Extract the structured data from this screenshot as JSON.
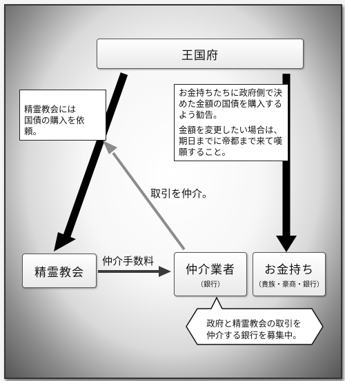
{
  "nodes": {
    "kingdom": "王国府",
    "church": "精霊教会",
    "broker": {
      "name": "仲介業者",
      "note": "（銀行）"
    },
    "wealthy": {
      "name": "お金持ち",
      "note": "（貴族・豪商・銀行）"
    }
  },
  "notes": {
    "church_request": "精霊教会には\n国債の購入を依頼。",
    "wealthy_advice_1": "お金持ちたちに政府側で決めた金額の国債を購入するよう勧告。",
    "wealthy_advice_2": "金額を変更したい場合は、期日までに帝都まで来て嘆願すること。",
    "broker_recruit": "政府と精霊教会の取引を\n仲介する銀行を募集中。"
  },
  "labels": {
    "mediate": "取引を仲介。",
    "fee": "仲介手数料"
  },
  "colors": {
    "arrow_black": "#000000",
    "arrow_gray": "#8c8c8c",
    "arrow_dark": "#3a3a3a"
  }
}
